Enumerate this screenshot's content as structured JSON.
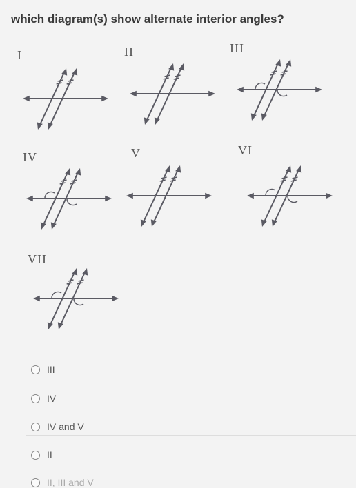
{
  "question": "which diagram(s) show alternate interior angles?",
  "diagrams": [
    {
      "label": "I"
    },
    {
      "label": "II"
    },
    {
      "label": "III"
    },
    {
      "label": "IV"
    },
    {
      "label": "V"
    },
    {
      "label": "VI"
    },
    {
      "label": "VII"
    }
  ],
  "options": [
    {
      "label": "III"
    },
    {
      "label": "IV"
    },
    {
      "label": "IV and V"
    },
    {
      "label": "II"
    },
    {
      "label": "II, III and V"
    }
  ],
  "colors": {
    "line": "#5a5a63",
    "background": "#f3f3f3"
  }
}
